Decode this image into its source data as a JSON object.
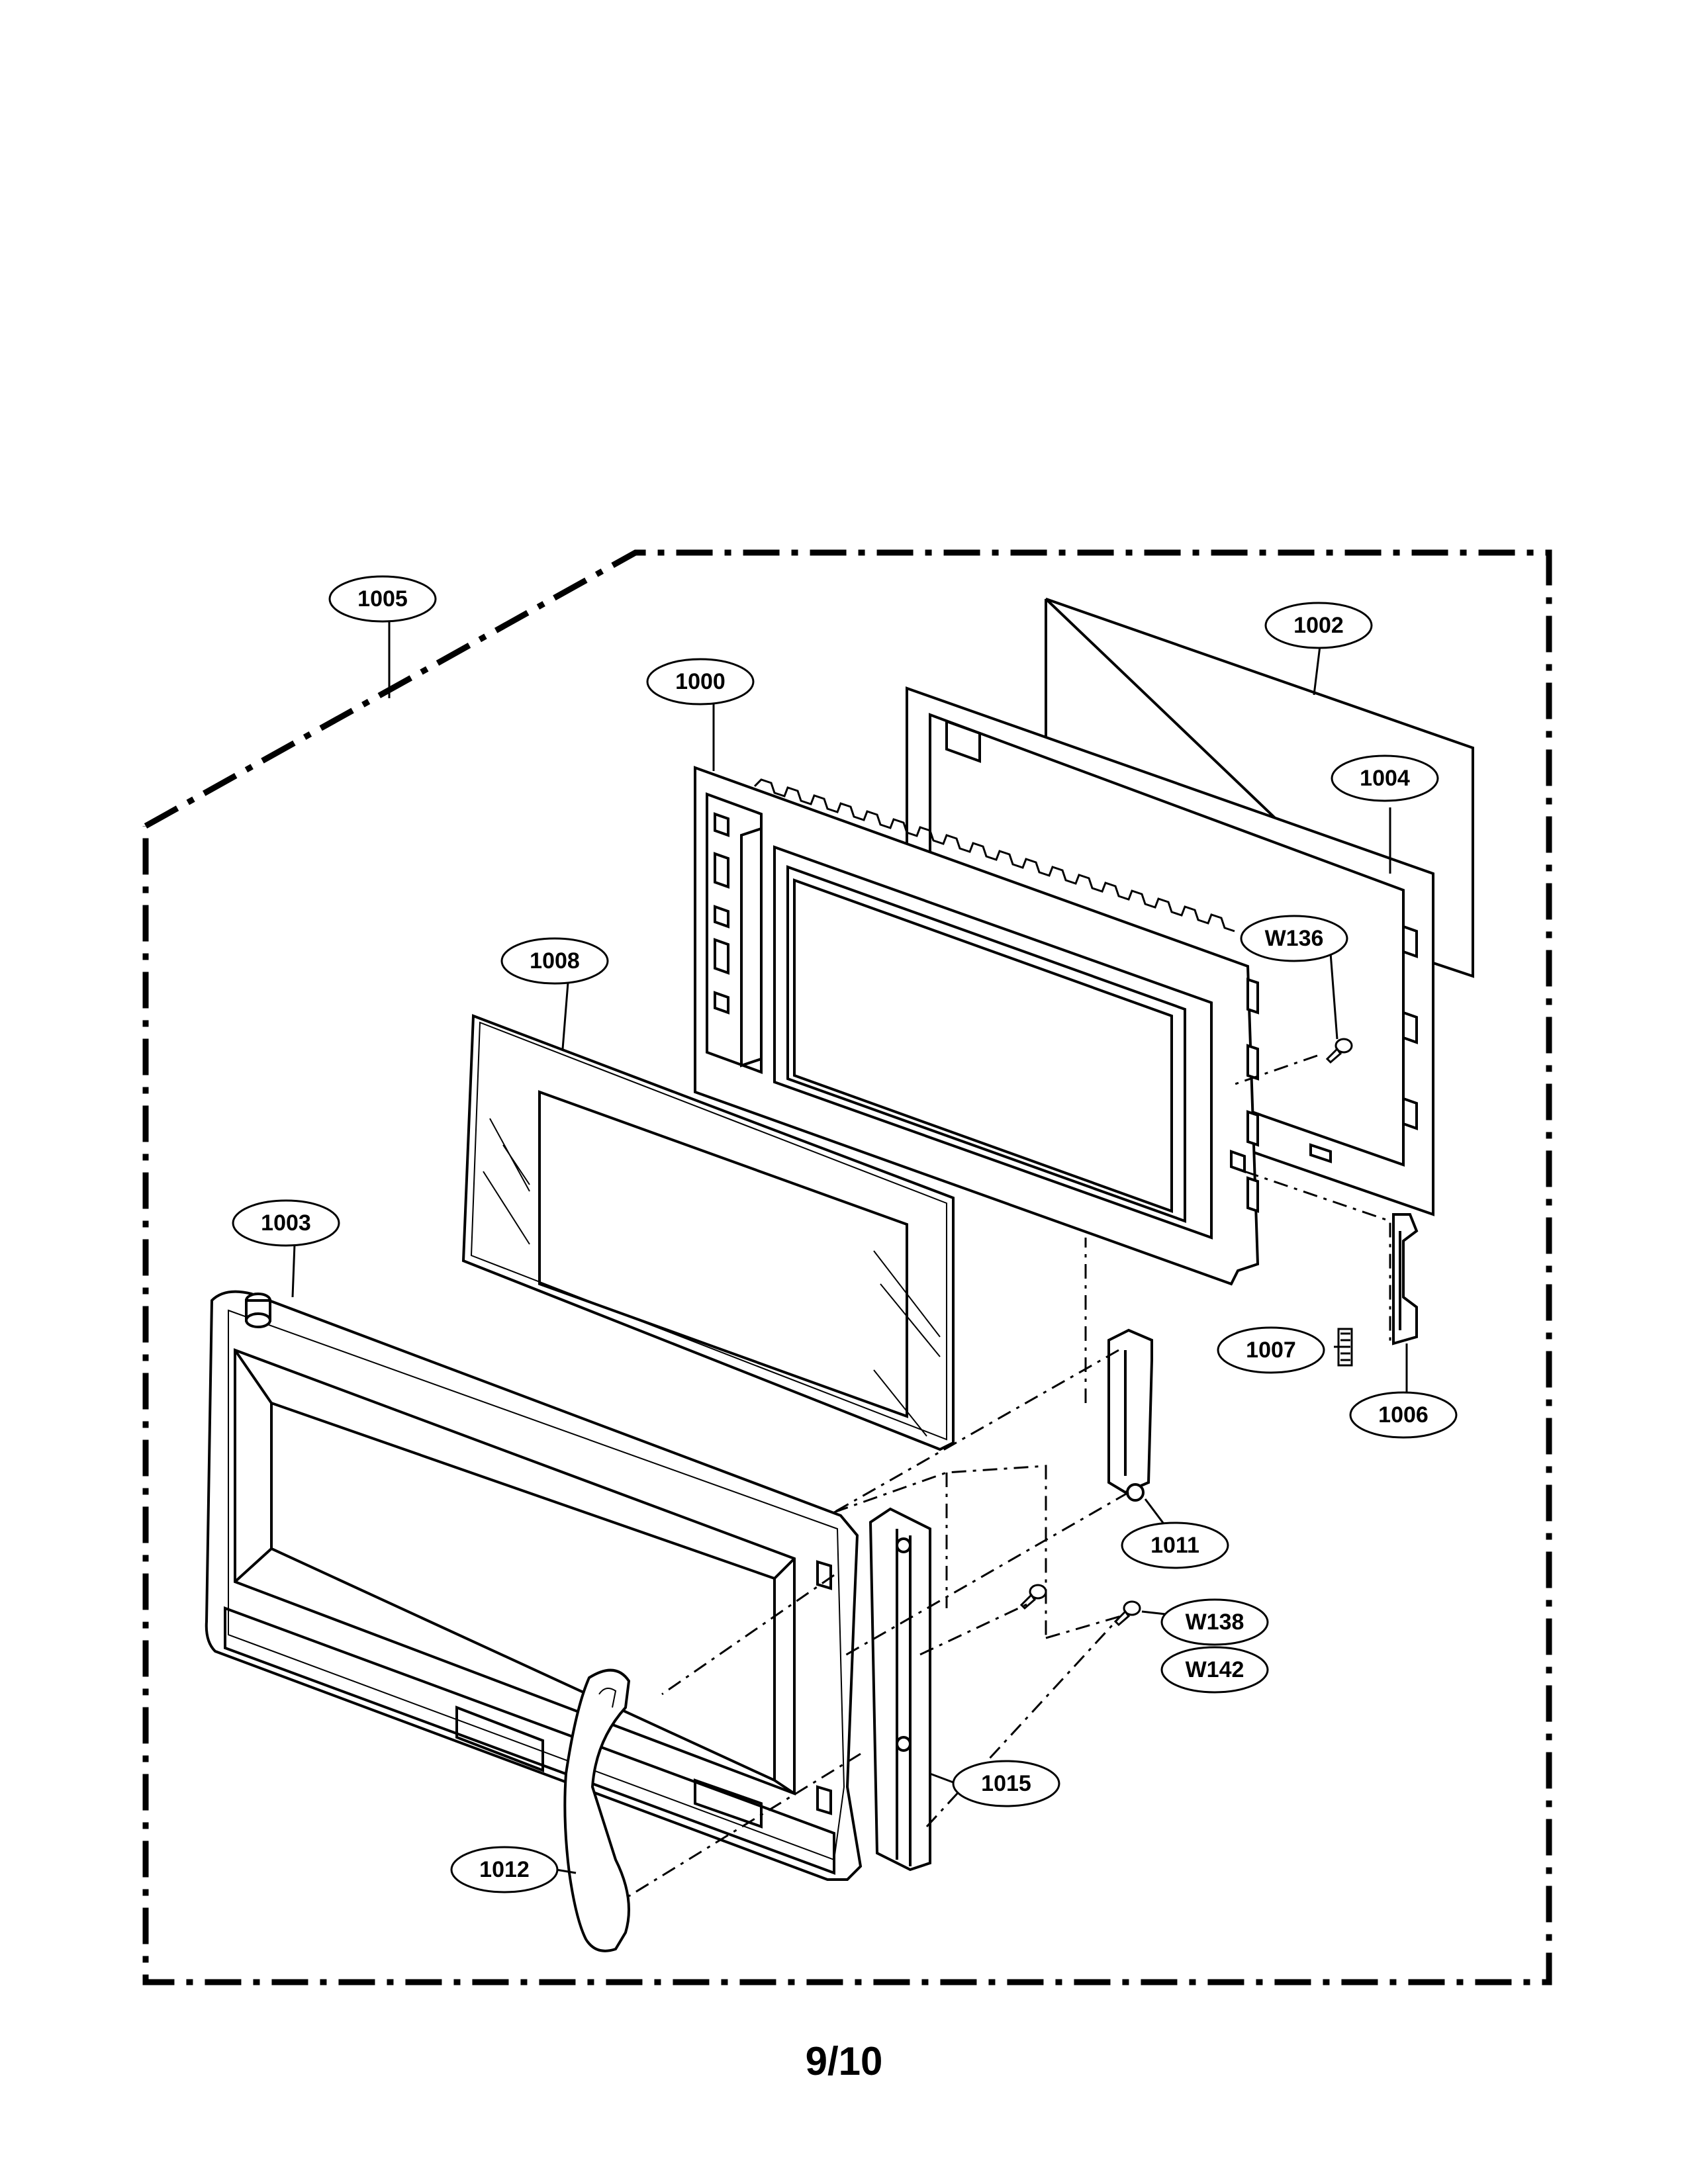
{
  "parts": [
    {
      "id": "1005"
    },
    {
      "id": "1002"
    },
    {
      "id": "1000"
    },
    {
      "id": "1004"
    },
    {
      "id": "W136"
    },
    {
      "id": "1008"
    },
    {
      "id": "1003"
    },
    {
      "id": "1007"
    },
    {
      "id": "1006"
    },
    {
      "id": "1011"
    },
    {
      "id": "W138"
    },
    {
      "id": "W142"
    },
    {
      "id": "1015"
    },
    {
      "id": "1012"
    }
  ],
  "page_number": "9/10",
  "colors": {
    "line": "#000000",
    "paper": "#ffffff"
  }
}
